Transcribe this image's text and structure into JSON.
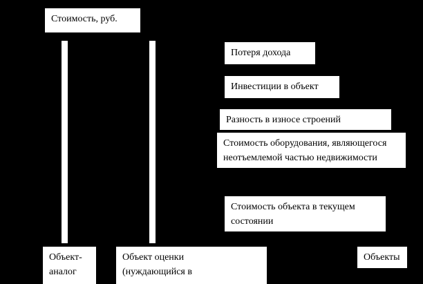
{
  "diagram": {
    "y_axis_label": "Стоимость, руб.",
    "annotations": {
      "loss_of_income": "Потеря дохода",
      "investments": "Инвестиции в объект",
      "wear_difference": "Разность в износе строений",
      "equipment_cost": "Стоимость оборудования, являющегося\nнеотъемлемой частью недвижимости",
      "current_state": "Стоимость объекта в текущем\nсостоянии"
    },
    "bars": {
      "analog_label": "Объект-\nаналог",
      "subject_label": "Объект оценки\n(нуждающийся в"
    },
    "x_axis_label": "Объекты",
    "colors": {
      "background": "#000000",
      "box_fill": "#ffffff",
      "text": "#000000"
    }
  }
}
